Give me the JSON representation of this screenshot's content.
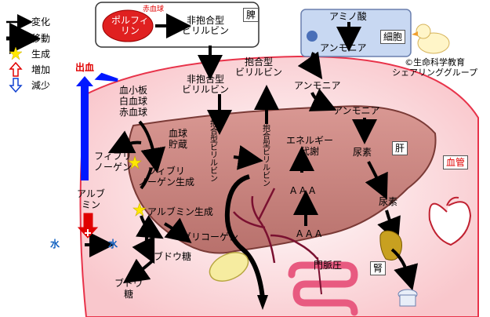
{
  "legend": {
    "change": "変化",
    "move": "移動",
    "produce": "生成",
    "increase": "増加",
    "decrease": "減少"
  },
  "organs": {
    "spleen": "脾",
    "cell": "細胞",
    "liver": "肝",
    "vessel": "血管",
    "kidney": "腎",
    "portal": "門脈圧"
  },
  "labels": {
    "rbc": "赤血球",
    "porphyrin": "ポルフィ\nリン",
    "unconj_spleen": "非抱合型\nビリルビン",
    "amino_acid": "アミノ酸",
    "ammonia_cell": "アンモニア",
    "copyright": "©生命科学教育\nシェアリンググループ",
    "bleeding": "出血",
    "unconj_vessel": "非抱合型\nビリルビン",
    "conj_vessel": "抱合型\nビリルビン",
    "ammonia_vessel": "アンモニア",
    "platelets": "血小板\n白血球\n赤血球",
    "blood_storage": "血球\n貯蔵",
    "unconj_liver": "非\n抱\n合\n型\nビ\nリ\nル\nビ\nン",
    "conj_liver": "抱\n合\n型\nビ\nリ\nル\nビ\nン",
    "energy": "エネルギー\n代謝",
    "ammonia_liver": "アンモニア",
    "urea_liver": "尿素",
    "fibrinogen_vessel": "フィブリ\nノーゲン",
    "fibrinogen_gen": "フィブリ\nノーゲン生成",
    "albumin_vessel": "アルブ\nミン",
    "albumin_gen": "アルブミン生成",
    "aaa1": "A A A",
    "aaa2": "A A A",
    "glycogen": "グリコーゲン",
    "glucose_liver": "ブドウ糖",
    "glucose_vessel": "ブドウ\n糖",
    "water_out": "水",
    "water_in": "水",
    "urea_vessel": "尿素"
  },
  "colors": {
    "vessel_fill": "#fde4e6",
    "vessel_stroke": "#e8334a",
    "liver_fill": "#c88480",
    "liver_stroke": "#7a3a36",
    "spleen_blob": "#e02020",
    "cell_fill": "#c8d8f2",
    "bleed_arrow": "#0018ff",
    "increase": "#e00000",
    "decrease": "#1040d0",
    "star": "#ffe800"
  }
}
